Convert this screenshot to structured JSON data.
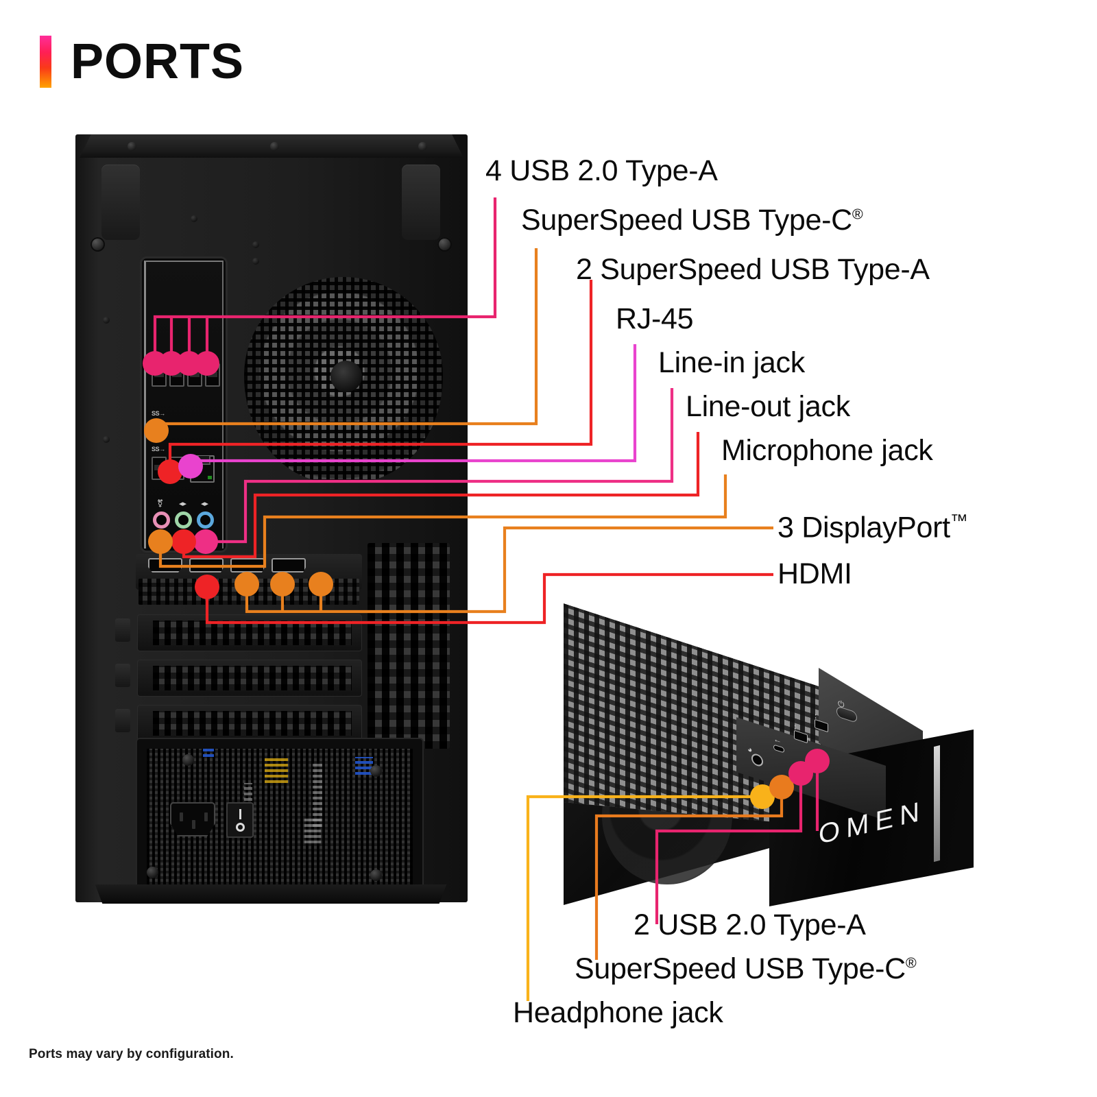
{
  "header": {
    "title": "PORTS",
    "accent_gradient": [
      "#ff2e9a",
      "#ff1f55",
      "#fa3a18",
      "#ffa300"
    ]
  },
  "footer": {
    "note": "Ports may vary by configuration."
  },
  "colors": {
    "pink": "#E8246E",
    "hot_pink": "#F0197C",
    "orange": "#E8801E",
    "red": "#EE2326",
    "magenta": "#E943CE",
    "rose": "#EE2F85",
    "amber": "#F5A623",
    "yellow": "#F9B21A",
    "deep_orange": "#E97B1E"
  },
  "rear_labels": [
    {
      "id": "usb20a",
      "text": "4 USB 2.0 Type-A",
      "color": "#E8246E"
    },
    {
      "id": "ssusbc",
      "text": "SuperSpeed USB Type-C",
      "sup": "®",
      "color": "#E8801E"
    },
    {
      "id": "ssusba",
      "text": "2 SuperSpeed USB Type-A",
      "color": "#EE2326"
    },
    {
      "id": "rj45",
      "text": "RJ-45",
      "color": "#E943CE"
    },
    {
      "id": "linein",
      "text": "Line-in jack",
      "color": "#EE2F85"
    },
    {
      "id": "lineout",
      "text": "Line-out jack",
      "color": "#EE2326"
    },
    {
      "id": "micjack",
      "text": "Microphone jack",
      "color": "#E8801E"
    },
    {
      "id": "dp",
      "text": "3 DisplayPort",
      "tm": "™",
      "color": "#E8801E"
    },
    {
      "id": "hdmi",
      "text": "HDMI",
      "color": "#EE2326"
    }
  ],
  "front_labels": [
    {
      "id": "f-usb20a",
      "text": "2 USB 2.0 Type-A",
      "color": "#E8246E"
    },
    {
      "id": "f-ssusbc",
      "text": "SuperSpeed USB Type-C",
      "sup": "®",
      "color": "#E97B1E"
    },
    {
      "id": "f-headph",
      "text": "Headphone jack",
      "color": "#F9B21A"
    }
  ],
  "rear_device": {
    "name": "OMEN desktop tower rear view",
    "io_ports": [
      {
        "name": "usb-2.0-type-a-port",
        "count": 4,
        "dot_color": "#E8246E"
      },
      {
        "name": "superspeed-usb-type-c-port",
        "count": 1,
        "dot_color": "#E8801E"
      },
      {
        "name": "superspeed-usb-type-a-port",
        "count": 2,
        "dot_color": "#EE2326"
      },
      {
        "name": "rj-45-ethernet-port",
        "count": 1,
        "dot_color": "#E943CE"
      },
      {
        "name": "line-in-jack",
        "count": 1,
        "jack_color": "#5BA8DD",
        "dot_color": "#EE2F85"
      },
      {
        "name": "line-out-jack",
        "count": 1,
        "jack_color": "#9FD6A8",
        "dot_color": "#EE2326"
      },
      {
        "name": "microphone-jack",
        "count": 1,
        "jack_color": "#E78FB5",
        "dot_color": "#E8801E"
      },
      {
        "name": "displayport",
        "count": 3,
        "dot_color": "#E8801E"
      },
      {
        "name": "hdmi-port",
        "count": 1,
        "dot_color": "#EE2326"
      }
    ],
    "power": {
      "connector": "IEC C14",
      "switch_on": "I",
      "switch_off": "O"
    }
  },
  "front_device": {
    "name": "OMEN desktop tower front-top view",
    "brand": "OMEN",
    "io_ports": [
      {
        "name": "headphone-jack",
        "count": 1,
        "dot_color": "#F9B21A"
      },
      {
        "name": "superspeed-usb-type-c-port",
        "count": 1,
        "dot_color": "#E97B1E"
      },
      {
        "name": "usb-2.0-type-a-port",
        "count": 2,
        "dot_color": "#E8246E"
      },
      {
        "name": "power-button",
        "count": 1
      }
    ]
  }
}
